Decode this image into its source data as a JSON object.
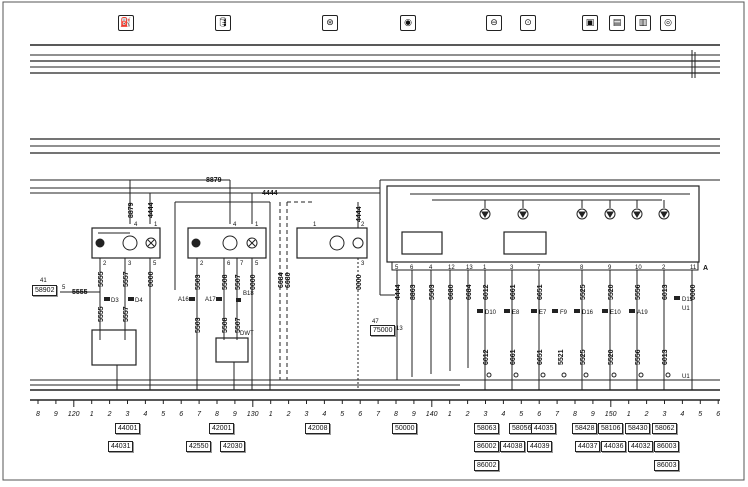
{
  "diagram": {
    "title_icons": [
      {
        "name": "fuel-level-warning-icon",
        "glyph": "⛽"
      },
      {
        "name": "oil-pressure-warning-icon",
        "glyph": "🛢"
      },
      {
        "name": "brake-pads-warning-icon",
        "glyph": "⊛"
      },
      {
        "name": "seat-belt-icon",
        "glyph": "◉"
      },
      {
        "name": "brake-warning-icon",
        "glyph": "⊖"
      },
      {
        "name": "abs-warning-icon",
        "glyph": "⊙"
      },
      {
        "name": "driver-airbag-icon",
        "glyph": "▣"
      },
      {
        "name": "door-open-icon",
        "glyph": "▤"
      },
      {
        "name": "engine-oil-icon",
        "glyph": "▥"
      },
      {
        "name": "gauge-icon",
        "glyph": "◎"
      }
    ],
    "wire_top": {
      "w8879": "8879",
      "w4444": "4444"
    },
    "left_group": {
      "connector_ref": "41",
      "connector_code": "58902",
      "connector_pin": "5",
      "wires": [
        "5555",
        "5557",
        "0000",
        "8879",
        "4444"
      ],
      "pins": [
        "2",
        "3",
        "5",
        "4",
        "1"
      ],
      "fuse_labels": [
        "D3",
        "D4"
      ]
    },
    "mid_group": {
      "wires": [
        "5503",
        "5508",
        "5507",
        "0000"
      ],
      "pins": [
        "2",
        "6",
        "7",
        "5",
        "4",
        "1"
      ],
      "fuse_labels": [
        "A16",
        "A17",
        "B18"
      ],
      "relay_label": "DWT"
    },
    "dashed_group": {
      "wires": [
        "6684",
        "6680",
        "4444",
        "0000"
      ],
      "pins": [
        "1",
        "2",
        "3"
      ]
    },
    "right_group": {
      "connector_label": "A",
      "pins": [
        "5",
        "6",
        "4",
        "12",
        "13",
        "1",
        "3",
        "7",
        "8",
        "9",
        "10",
        "2",
        "11"
      ],
      "wires": [
        "4444",
        "8863",
        "5503",
        "6680",
        "6684",
        "6012",
        "6661",
        "6651",
        "5521",
        "5525",
        "5520",
        "5556",
        "6013",
        "0000"
      ],
      "fuse_labels": [
        "D10",
        "E8",
        "E7",
        "F9",
        "D16",
        "E10",
        "A19",
        "D11"
      ],
      "connector_ref": "47",
      "connector_code": "75000",
      "connector_pin": "13",
      "aux_labels": [
        "U1",
        "U1"
      ]
    },
    "ruler": {
      "labels": [
        "8",
        "9",
        "120",
        "1",
        "2",
        "3",
        "4",
        "5",
        "6",
        "7",
        "8",
        "9",
        "130",
        "1",
        "2",
        "3",
        "4",
        "5",
        "6",
        "7",
        "8",
        "9",
        "140",
        "1",
        "2",
        "3",
        "4",
        "5",
        "6",
        "7",
        "8",
        "9",
        "150",
        "1",
        "2",
        "3",
        "4",
        "5",
        "6"
      ]
    },
    "component_refs": {
      "row1": [
        "44001",
        "42001",
        "42008",
        "50000",
        "58063",
        "58056",
        "44035",
        "58428",
        "58106",
        "58430",
        "58062"
      ],
      "row2": [
        "44031",
        "42550",
        "42030",
        "86002",
        "44038",
        "44039",
        "44037",
        "44036",
        "44032",
        "86003"
      ],
      "row3": [
        "86002",
        "86003"
      ]
    }
  }
}
